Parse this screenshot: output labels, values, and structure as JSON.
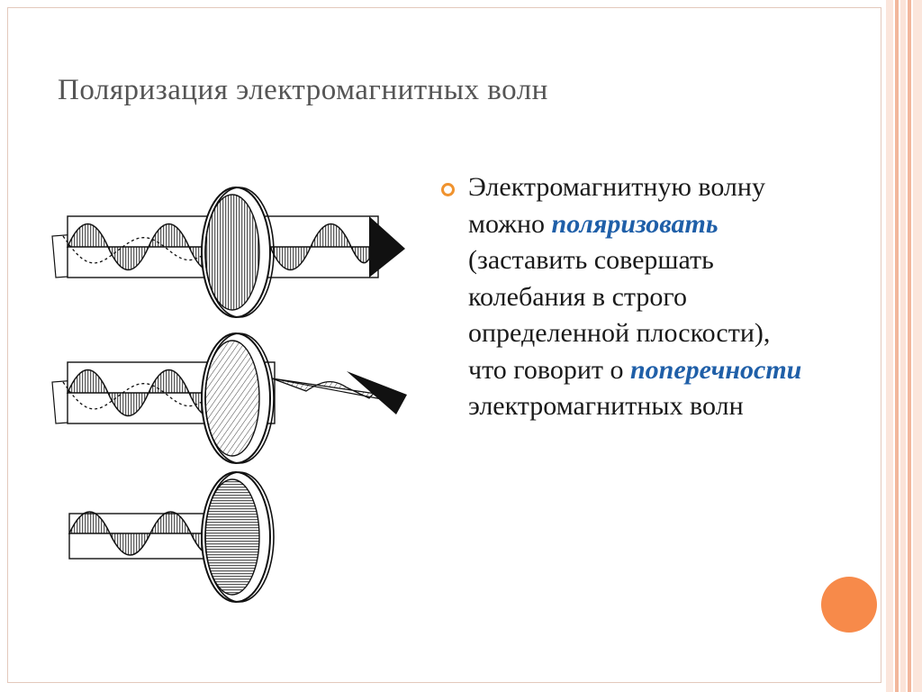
{
  "slide": {
    "title": "Поляризация электромагнитных  волн",
    "bullet": [
      {
        "text": "Электромагнитную волну можно ",
        "emphasis": false
      },
      {
        "text": "поляризовать",
        "emphasis": true
      },
      {
        "text": " (заставить совершать колебания в строго определенной плоскости), что говорит о ",
        "emphasis": false
      },
      {
        "text": "поперечности",
        "emphasis": true
      },
      {
        "text": " электромагнитных волн",
        "emphasis": false
      }
    ]
  },
  "colors": {
    "title": "#555555",
    "text": "#1a1a1a",
    "emphasis": "#1f5fa8",
    "bullet": "#f0932f",
    "accent_dot": "#f78a4a",
    "stripe_dark": "#f2b79c",
    "stripe_light": "#fbe3d8"
  },
  "icons": {
    "bullet": "ring-bullet-icon"
  }
}
